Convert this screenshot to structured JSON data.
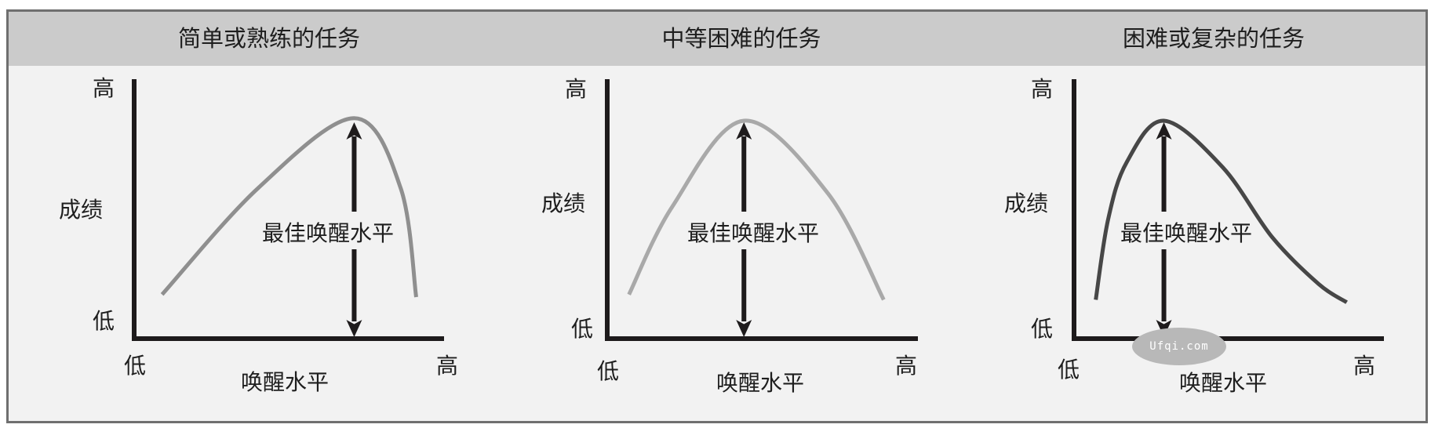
{
  "panels": [
    {
      "title": "简单或熟练的任务",
      "y_axis_label": "成绩",
      "y_high": "高",
      "y_low": "低",
      "x_axis_label": "唤醒水平",
      "x_low": "低",
      "x_high": "高",
      "annotation": "最佳唤醒水平"
    },
    {
      "title": "中等困难的任务",
      "y_axis_label": "成绩",
      "y_high": "高",
      "y_low": "低",
      "x_axis_label": "唤醒水平",
      "x_low": "低",
      "x_high": "高",
      "annotation": "最佳唤醒水平"
    },
    {
      "title": "困难或复杂的任务",
      "y_axis_label": "成绩",
      "y_high": "高",
      "y_low": "低",
      "x_axis_label": "唤醒水平",
      "x_low": "低",
      "x_high": "高",
      "annotation": "最佳唤醒水平"
    }
  ],
  "watermark": "Ufqi.com",
  "colors": {
    "frame_border": "#6f6f6f",
    "header_bg": "#cbcbcb",
    "panel_bg": "#f2f2f2",
    "axis": "#1e1b1c",
    "curve_simple": "#8f8f8f",
    "curve_moderate": "#a9a9a9",
    "curve_complex": "#474747",
    "watermark_bg": "#b8b8b8"
  },
  "chart_data": [
    {
      "type": "line",
      "title": "简单或熟练的任务",
      "xlabel": "唤醒水平",
      "ylabel": "成绩",
      "x_ticks": [
        "低",
        "高"
      ],
      "y_ticks": [
        "低",
        "高"
      ],
      "xlim": [
        0,
        1
      ],
      "ylim": [
        0,
        1
      ],
      "grid": false,
      "annotation": {
        "text": "最佳唤醒水平",
        "x": 0.71,
        "y": 0.84
      },
      "series": [
        {
          "name": "performance",
          "x": [
            0.09,
            0.4,
            0.71,
            0.86,
            0.91
          ],
          "y": [
            0.17,
            0.58,
            0.85,
            0.58,
            0.16
          ]
        }
      ]
    },
    {
      "type": "line",
      "title": "中等困难的任务",
      "xlabel": "唤醒水平",
      "ylabel": "成绩",
      "x_ticks": [
        "低",
        "高"
      ],
      "y_ticks": [
        "低",
        "高"
      ],
      "xlim": [
        0,
        1
      ],
      "ylim": [
        0,
        1
      ],
      "grid": false,
      "annotation": {
        "text": "最佳唤醒水平",
        "x": 0.44,
        "y": 0.84
      },
      "series": [
        {
          "name": "performance",
          "x": [
            0.07,
            0.21,
            0.44,
            0.71,
            0.89
          ],
          "y": [
            0.17,
            0.51,
            0.84,
            0.56,
            0.15
          ]
        }
      ]
    },
    {
      "type": "line",
      "title": "困难或复杂的任务",
      "xlabel": "唤醒水平",
      "ylabel": "成绩",
      "x_ticks": [
        "低",
        "高"
      ],
      "y_ticks": [
        "低",
        "高"
      ],
      "xlim": [
        0,
        1
      ],
      "ylim": [
        0,
        1
      ],
      "grid": false,
      "annotation": {
        "text": "最佳唤醒水平",
        "x": 0.29,
        "y": 0.84
      },
      "series": [
        {
          "name": "performance",
          "x": [
            0.07,
            0.11,
            0.17,
            0.29,
            0.48,
            0.64,
            0.79,
            0.88
          ],
          "y": [
            0.15,
            0.46,
            0.68,
            0.84,
            0.66,
            0.39,
            0.21,
            0.14
          ]
        }
      ]
    }
  ]
}
